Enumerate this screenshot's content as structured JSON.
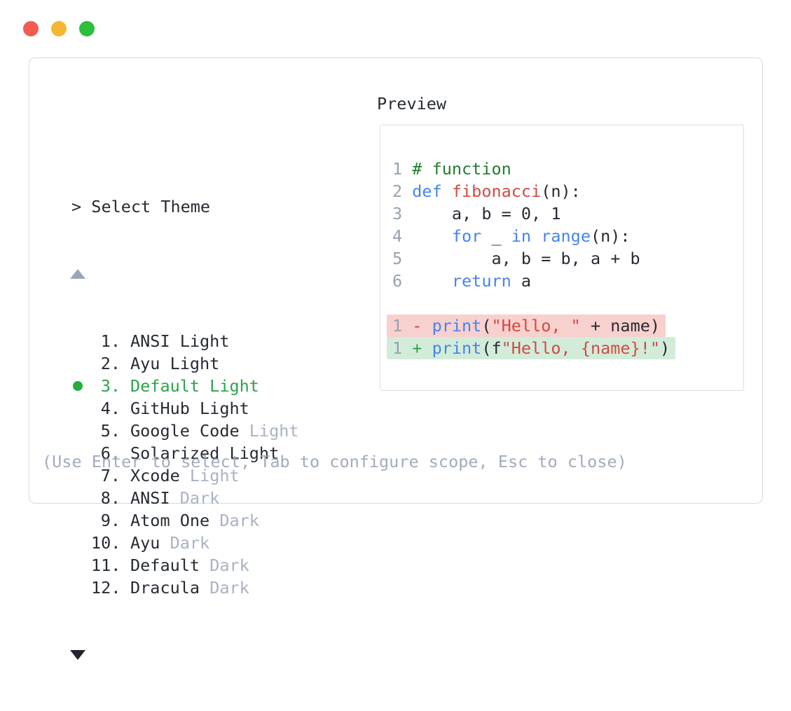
{
  "window": {
    "controls": [
      {
        "name": "close",
        "color": "#f15c50"
      },
      {
        "name": "minimize",
        "color": "#f5b731"
      },
      {
        "name": "maximize",
        "color": "#2dbf3d"
      }
    ]
  },
  "theme_picker": {
    "prompt": "> Select Theme",
    "scroll_up_icon": "triangle-up",
    "scroll_down_icon": "triangle-down",
    "items": [
      {
        "number": "1.",
        "name": "ANSI Light",
        "suffix": "",
        "selected": false
      },
      {
        "number": "2.",
        "name": "Ayu Light",
        "suffix": "",
        "selected": false
      },
      {
        "number": "3.",
        "name": "Default Light",
        "suffix": "",
        "selected": true
      },
      {
        "number": "4.",
        "name": "GitHub Light",
        "suffix": "",
        "selected": false
      },
      {
        "number": "5.",
        "name": "Google Code",
        "suffix": "Light",
        "selected": false
      },
      {
        "number": "6.",
        "name": "Solarized Light",
        "suffix": "",
        "selected": false
      },
      {
        "number": "7.",
        "name": "Xcode",
        "suffix": "Light",
        "selected": false
      },
      {
        "number": "8.",
        "name": "ANSI",
        "suffix": "Dark",
        "selected": false
      },
      {
        "number": "9.",
        "name": "Atom One",
        "suffix": "Dark",
        "selected": false
      },
      {
        "number": "10.",
        "name": "Ayu",
        "suffix": "Dark",
        "selected": false
      },
      {
        "number": "11.",
        "name": "Default",
        "suffix": "Dark",
        "selected": false
      },
      {
        "number": "12.",
        "name": "Dracula",
        "suffix": "Dark",
        "selected": false
      }
    ],
    "hint": "(Use Enter to select, Tab to configure scope, Esc to close)"
  },
  "preview": {
    "title": "Preview",
    "code_lines": [
      {
        "num": "1",
        "diff": "",
        "tokens": [
          [
            "# function",
            "comment"
          ]
        ]
      },
      {
        "num": "2",
        "diff": "",
        "tokens": [
          [
            "def",
            "keyword"
          ],
          [
            " ",
            "plain"
          ],
          [
            "fibonacci",
            "function"
          ],
          [
            "(n):",
            "plain"
          ]
        ]
      },
      {
        "num": "3",
        "diff": "",
        "tokens": [
          [
            "    a, b = 0, 1",
            "plain"
          ]
        ]
      },
      {
        "num": "4",
        "diff": "",
        "tokens": [
          [
            "    ",
            "plain"
          ],
          [
            "for",
            "keyword"
          ],
          [
            " _ ",
            "plain"
          ],
          [
            "in",
            "keyword"
          ],
          [
            " ",
            "plain"
          ],
          [
            "range",
            "keyword"
          ],
          [
            "(n):",
            "plain"
          ]
        ]
      },
      {
        "num": "5",
        "diff": "",
        "tokens": [
          [
            "        a, b = b, a + b",
            "plain"
          ]
        ]
      },
      {
        "num": "6",
        "diff": "",
        "tokens": [
          [
            "    ",
            "plain"
          ],
          [
            "return",
            "keyword"
          ],
          [
            " a",
            "plain"
          ]
        ]
      },
      {
        "num": "",
        "diff": "",
        "tokens": []
      },
      {
        "num": "1",
        "diff": "removed",
        "tokens": [
          [
            "-",
            "minus"
          ],
          [
            " ",
            "plain"
          ],
          [
            "print",
            "keyword"
          ],
          [
            "(",
            "plain"
          ],
          [
            "\"Hello, \"",
            "string"
          ],
          [
            " + name)",
            "plain"
          ]
        ]
      },
      {
        "num": "1",
        "diff": "added",
        "tokens": [
          [
            "+",
            "plus"
          ],
          [
            " ",
            "plain"
          ],
          [
            "print",
            "keyword"
          ],
          [
            "(f",
            "plain"
          ],
          [
            "\"Hello, {name}!\"",
            "string"
          ],
          [
            ")",
            "plain"
          ]
        ]
      }
    ]
  },
  "colors": {
    "selected_text_green": "#2fa24a",
    "selected_dot_green": "#28ad3c",
    "comment_green": "#1f7f2c",
    "keyword_blue": "#4583f2",
    "string_red": "#d14a44",
    "diff_removed_bg": "#f8d0cd",
    "diff_added_bg": "#d2ecd9",
    "dim_text": "#a9b2c3",
    "line_number_gray": "#98a1b1"
  }
}
